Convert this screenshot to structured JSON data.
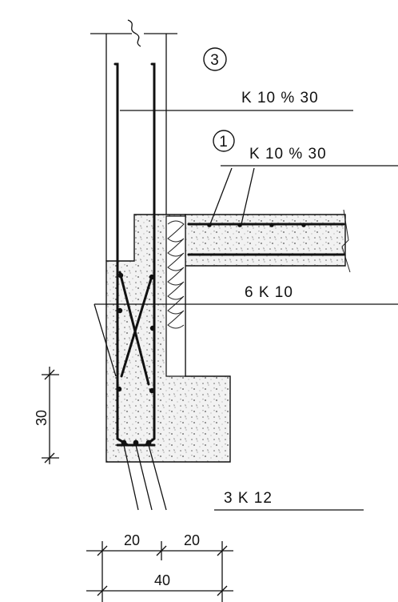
{
  "drawing": {
    "labels": {
      "bar3_marker": "3",
      "bar3_spec": "K 10 % 30",
      "bar1_marker": "1",
      "bar1_spec": "K 10 % 30",
      "bar_6k10": "6 K 10",
      "bar_3k12": "3 K 12"
    },
    "dimensions": {
      "height_30": "30",
      "width_left_20": "20",
      "width_right_20": "20",
      "width_total_40": "40"
    }
  }
}
